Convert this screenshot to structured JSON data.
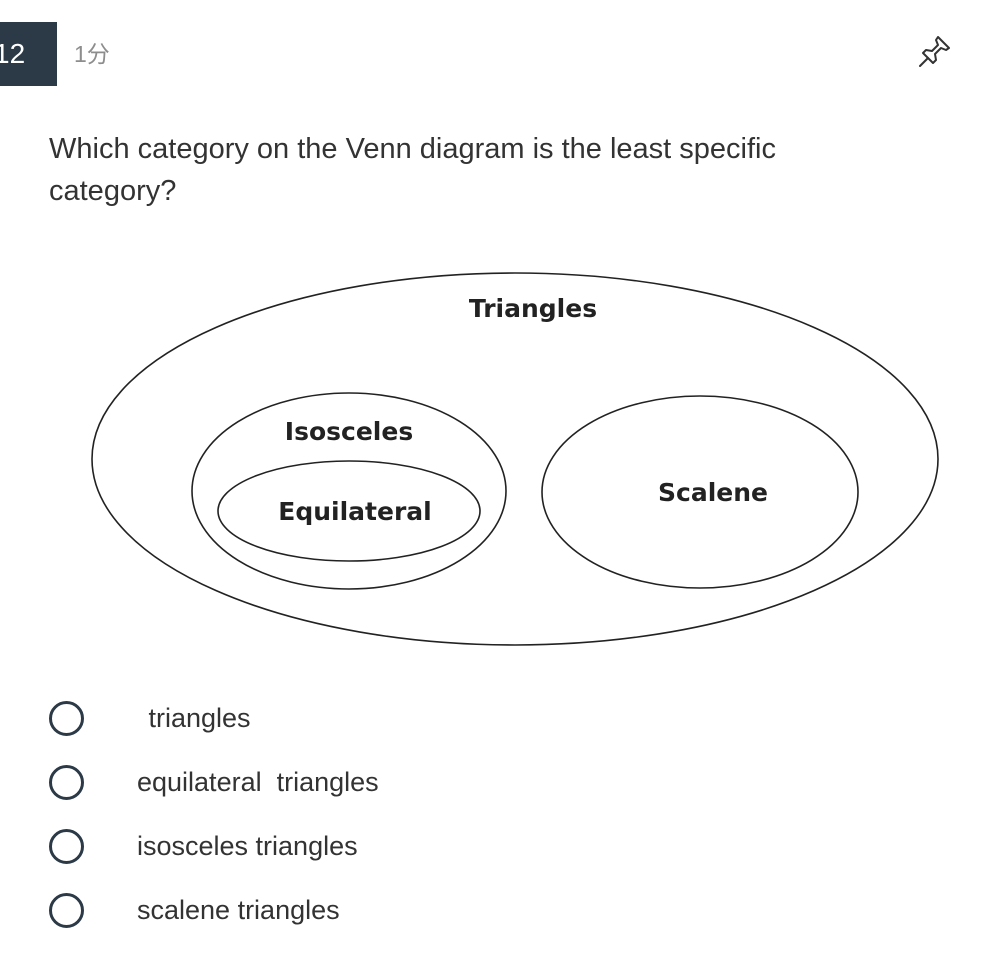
{
  "header": {
    "question_number": "12",
    "points": "1分"
  },
  "question": {
    "text": "Which category on the Venn diagram is the least specific category?"
  },
  "diagram": {
    "labels": {
      "triangles": "Triangles",
      "isosceles": "Isosceles",
      "equilateral": "Equilateral",
      "scalene": "Scalene"
    }
  },
  "options": [
    {
      "label": " triangles",
      "selected": false
    },
    {
      "label": "equilateral  triangles",
      "selected": false
    },
    {
      "label": "isosceles triangles",
      "selected": false
    },
    {
      "label": "scalene triangles",
      "selected": false
    }
  ],
  "icons": {
    "pin": "pin-icon"
  }
}
